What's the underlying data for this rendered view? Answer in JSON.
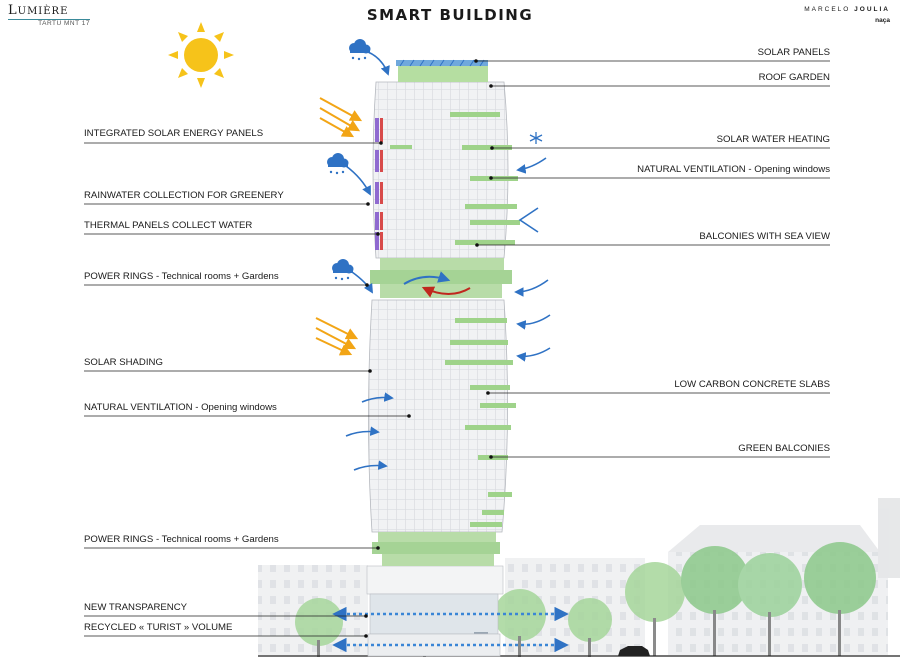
{
  "header": {
    "title": "SMART BUILDING",
    "logo_left_big": "L",
    "logo_left_rest": "UMIÈRE",
    "logo_left_sub": "TARTU MNT 17",
    "logo_right_first": "MARCELO",
    "logo_right_last": "JOULIA",
    "logo_right_sub": "naça"
  },
  "labels_left": [
    "INTEGRATED SOLAR ENERGY PANELS",
    "RAINWATER COLLECTION FOR GREENERY",
    "THERMAL PANELS COLLECT WATER",
    "POWER RINGS - Technical rooms + Gardens",
    "SOLAR SHADING",
    "NATURAL VENTILATION - Opening windows",
    "POWER RINGS - Technical rooms + Gardens",
    "NEW TRANSPARENCY",
    "RECYCLED « TURIST » VOLUME"
  ],
  "labels_right": [
    "SOLAR PANELS",
    "ROOF GARDEN",
    "SOLAR WATER HEATING",
    "NATURAL VENTILATION - Opening  windows",
    "BALCONIES WITH SEA VIEW",
    "LOW CARBON CONCRETE  SLABS",
    "GREEN BALCONIES"
  ],
  "colors": {
    "accent_blue": "#2f72c4",
    "sun": "#f6c31a",
    "green": "#9fd38a",
    "red_arrow": "#c0281e",
    "leader": "#222222"
  }
}
